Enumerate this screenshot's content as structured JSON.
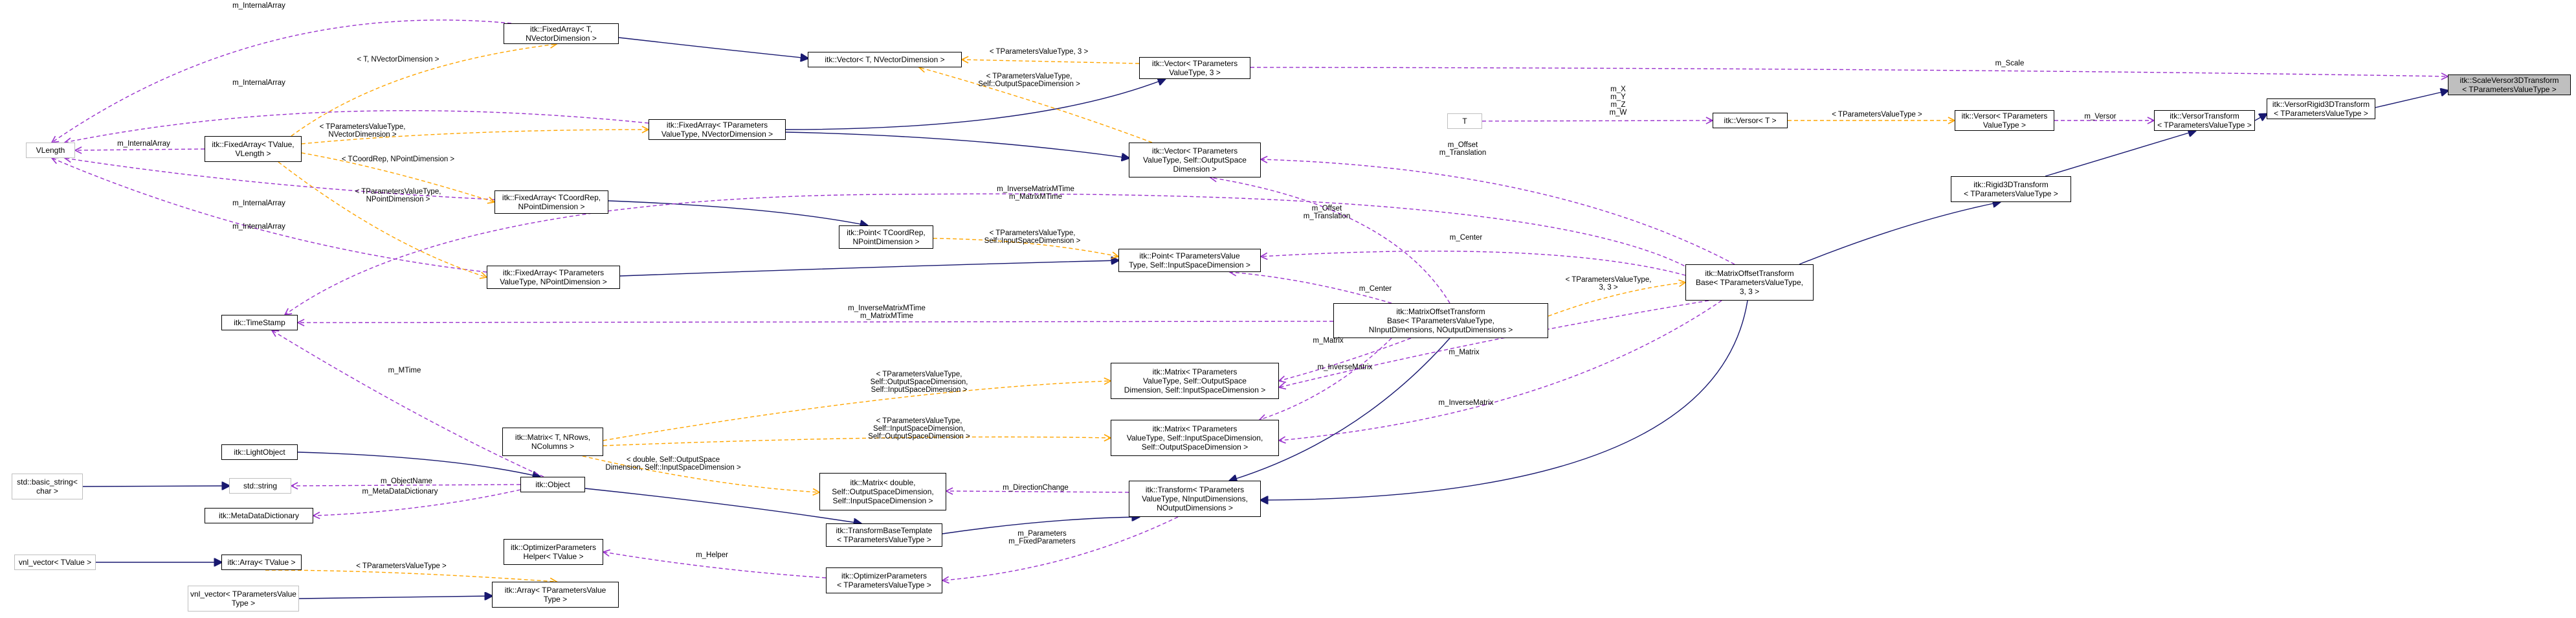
{
  "nodes": {
    "scale_versor3d": "itk::ScaleVersor3DTransform\n< TParametersValueType >",
    "versor_rigid3d": "itk::VersorRigid3DTransform\n< TParametersValueType >",
    "versor_transform": "itk::VersorTransform\n< TParametersValueType >",
    "rigid3d": "itk::Rigid3DTransform\n< TParametersValueType >",
    "matrix_offset_base_3": "itk::MatrixOffsetTransform\nBase< TParametersValueType,\n 3, 3 >",
    "versor_tpv": "itk::Versor< TParameters\nValueType >",
    "versor_t": "itk::Versor< T >",
    "t": "T",
    "vector_tpv3": "itk::Vector< TParameters\nValueType, 3 >",
    "vector_t_nvd": "itk::Vector< T, NVectorDimension >",
    "fixedarray_t_nvd": "itk::FixedArray< T,\n NVectorDimension >",
    "fixedarray_tpv_nvd": "itk::FixedArray< TParameters\nValueType, NVectorDimension >",
    "fixedarray_tvalue_vlength": "itk::FixedArray< TValue,\n VLength >",
    "vlength": "VLength",
    "vector_tpv_out": "itk::Vector< TParameters\nValueType, Self::OutputSpace\nDimension >",
    "fixedarray_tcoord_npd": "itk::FixedArray< TCoordRep,\n NPointDimension >",
    "point_tcoord_npd": "itk::Point< TCoordRep,\n NPointDimension >",
    "fixedarray_tpv_npd": "itk::FixedArray< TParameters\nValueType, NPointDimension >",
    "point_tpv_in": "itk::Point< TParametersValue\nType, Self::InputSpaceDimension >",
    "timestamp": "itk::TimeStamp",
    "matrix_offset_base_n": "itk::MatrixOffsetTransform\nBase< TParametersValueType,\n NInputDimensions, NOutputDimensions >",
    "matrix_tpv_out_in": "itk::Matrix< TParameters\nValueType, Self::OutputSpace\nDimension, Self::InputSpaceDimension >",
    "matrix_tpv_in_out": "itk::Matrix< TParameters\nValueType, Self::InputSpaceDimension,\n Self::OutputSpaceDimension >",
    "matrix_t_nrows": "itk::Matrix< T, NRows,\n NColumns >",
    "lightobject": "itk::LightObject",
    "object": "itk::Object",
    "basic_string": "std::basic_string<\n char >",
    "std_string": "std::string",
    "metadatadictionary": "itk::MetaDataDictionary",
    "matrix_double": "itk::Matrix< double,\n Self::OutputSpaceDimension,\n Self::InputSpaceDimension >",
    "transform_tpv": "itk::Transform< TParameters\nValueType, NInputDimensions,\n NOutputDimensions >",
    "transformbase": "itk::TransformBaseTemplate\n< TParametersValueType >",
    "optimizerparameters": "itk::OptimizerParameters\n< TParametersValueType >",
    "optimizerparams_helper": "itk::OptimizerParameters\nHelper< TValue >",
    "vnl_vector_tvalue": "vnl_vector< TValue >",
    "array_tvalue": "itk::Array< TValue >",
    "vnl_vector_tpv": "vnl_vector< TParametersValue\nType >",
    "array_tpv": "itk::Array< TParametersValue\nType >"
  },
  "edge_labels": {
    "m_scale": "m_Scale",
    "m_xyzw": "m_X\nm_Y\nm_Z\nm_W",
    "tpv_versor": "< TParametersValueType >",
    "m_versor": "m_Versor",
    "tpv3": "< TParametersValueType, 3 >",
    "t_nvd": "< T, NVectorDimension >",
    "tpv_out_vec": "< TParametersValueType,\n Self::OutputSpaceDimension >",
    "m_internalarray_1": "m_InternalArray",
    "m_internalarray_2": "m_InternalArray",
    "m_internalarray_3": "m_InternalArray",
    "m_internalarray_4": "m_InternalArray",
    "m_internalarray_5": "m_InternalArray",
    "tpv_nvd": "< TParametersValueType,\n NVectorDimension >",
    "tcoord_npd": "< TCoordRep, NPointDimension >",
    "tpv_npd": "< TParametersValueType,\n NPointDimension >",
    "m_offset_trans_1": "m_Offset\nm_Translation",
    "m_offset_trans_2": "m_Offset\nm_Translation",
    "m_inverse_time_1": "m_InverseMatrixMTime\nm_MatrixMTime",
    "m_inverse_time_2": "m_InverseMatrixMTime\nm_MatrixMTime",
    "tpv_in_point": "< TParametersValueType,\n Self::InputSpaceDimension >",
    "m_center_1": "m_Center",
    "m_center_2": "m_Center",
    "tpv_3_3": "< TParametersValueType,\n 3, 3 >",
    "m_matrix_1": "m_Matrix",
    "m_matrix_2": "m_Matrix",
    "m_inversematrix_1": "m_InverseMatrix",
    "m_inversematrix_2": "m_InverseMatrix",
    "tpv_out_in_mat": "< TParametersValueType,\n Self::OutputSpaceDimension,\n Self::InputSpaceDimension >",
    "tpv_in_out_mat": "< TParametersValueType,\n Self::InputSpaceDimension,\n Self::OutputSpaceDimension >",
    "double_mat": "< double, Self::OutputSpace\nDimension, Self::InputSpaceDimension >",
    "m_mtime": "m_MTime",
    "m_objectname": "m_ObjectName",
    "m_metadatadictionary": "m_MetaDataDictionary",
    "m_directionchange": "m_DirectionChange",
    "m_params": "m_Parameters\nm_FixedParameters",
    "m_helper": "m_Helper",
    "tpv_array": "< TParametersValueType >"
  },
  "colors": {
    "inheritance": "#191970",
    "usage": "#9a32cd",
    "template": "#ffa500",
    "focus_fill": "#bfbfbf",
    "external_border": "#bfbfbf"
  }
}
